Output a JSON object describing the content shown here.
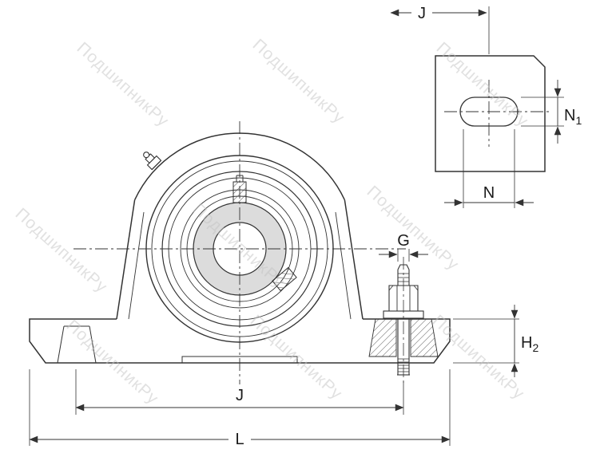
{
  "watermark": {
    "text": "ПодшипникРу"
  },
  "dims": {
    "j_top": {
      "label": "J"
    },
    "n1": {
      "label": "N",
      "sub": "1"
    },
    "n": {
      "label": "N"
    },
    "g": {
      "label": "G"
    },
    "h2": {
      "label": "H",
      "sub": "2"
    },
    "j_bottom": {
      "label": "J"
    },
    "l": {
      "label": "L"
    }
  },
  "colors": {
    "line": "#333333",
    "bore_fill": "#dcdcdc",
    "watermark": "#c3c3c3",
    "background": "#ffffff"
  }
}
